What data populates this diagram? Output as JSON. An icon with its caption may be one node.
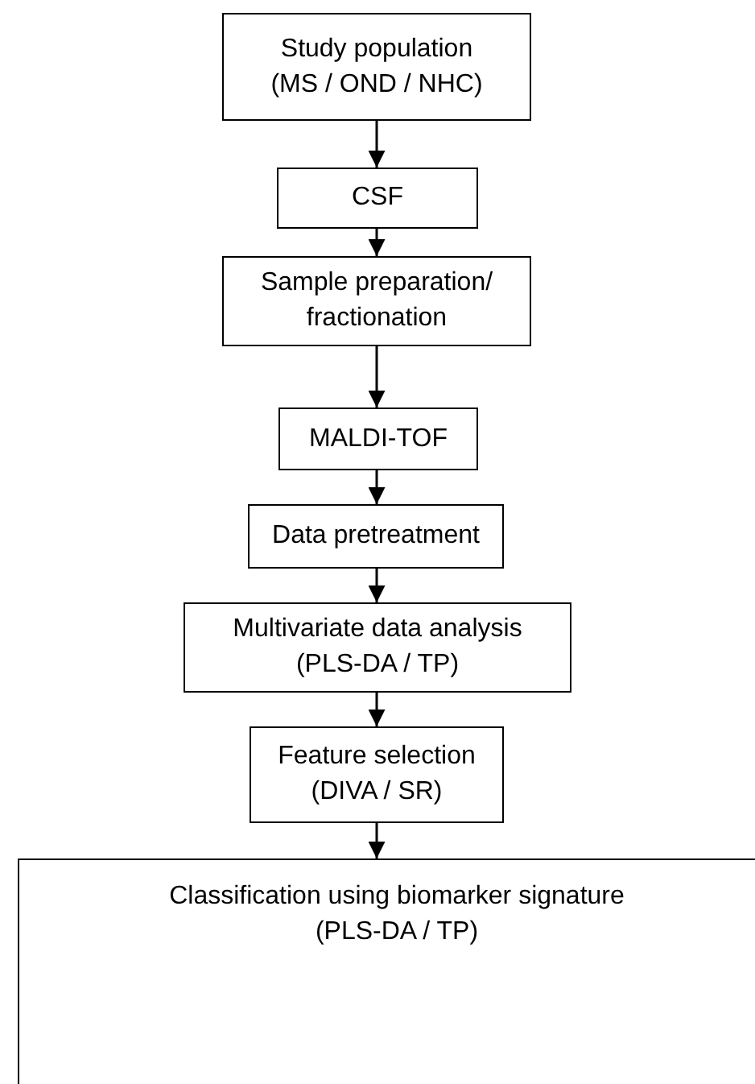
{
  "diagram": {
    "nodes": [
      {
        "text": [
          "Study population (MS / OND / NHC)"
        ]
      },
      {
        "text": [
          "CSF"
        ]
      },
      {
        "text": [
          "Sample preparation/ fractionation"
        ]
      },
      {
        "text": [
          "MALDI-TOF"
        ]
      },
      {
        "text": [
          "Data pretreatment"
        ]
      },
      {
        "text": [
          "Multivariate data analysis (PLS-DA / TP)"
        ]
      },
      {
        "text": [
          "Feature selection (DIVA / SR)"
        ]
      },
      {
        "text": [
          "Classification using biomarker signature (PLS-DA / TP)"
        ]
      }
    ],
    "edges": [
      {
        "from": 0,
        "to": 1,
        "arrow": "to"
      },
      {
        "from": 1,
        "to": 2,
        "arrow": "to"
      },
      {
        "from": 2,
        "to": 3,
        "arrow": "to"
      },
      {
        "from": 3,
        "to": 4,
        "arrow": "to"
      },
      {
        "from": 4,
        "to": 5,
        "arrow": "to"
      },
      {
        "from": 5,
        "to": 6,
        "arrow": "to"
      },
      {
        "from": 6,
        "to": 7,
        "arrow": "to"
      }
    ]
  }
}
